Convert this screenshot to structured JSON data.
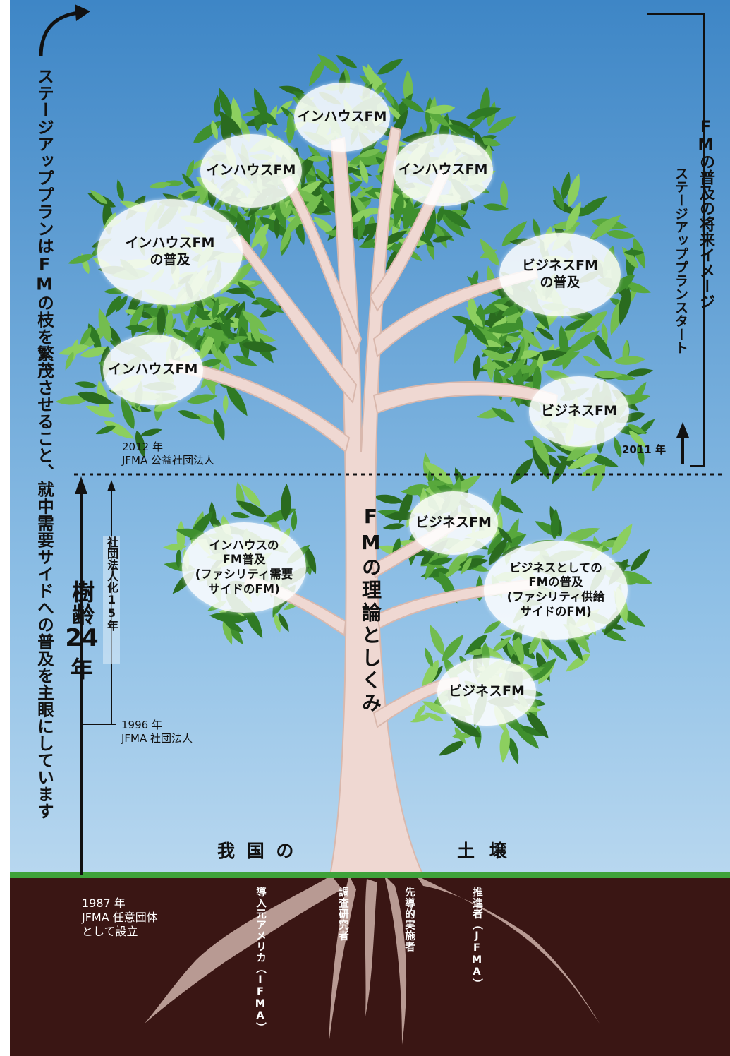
{
  "colors": {
    "sky_top": "#3e86c6",
    "sky_bottom": "#d7e9f6",
    "soil": "#3a1614",
    "grass": "#3fa23a",
    "trunk": "#efd8d2",
    "trunk_outline": "#d9b8ad",
    "root": "#b89a93",
    "leaf_dark": "#2f7a24",
    "leaf_light": "#8ccf5f"
  },
  "left_vertical_text": "ステージアッププランはFMの枝を繁茂させること、就中需要サイドへの普及を主眼にしています",
  "right_vertical_text": {
    "line1": "FMの普及の将来イメージ",
    "line2": "ステージアッププランスタート"
  },
  "trunk_text": "FMの理論としくみ",
  "age": {
    "line1": "樹齢",
    "line2": "24",
    "line3": "年"
  },
  "incorporation_text": "社団法人化15年",
  "timeline": {
    "y2012": "2012 年\nJFMA 公益社団法人",
    "y2011": "2011 年",
    "y1996": "1996 年\nJFMA 社団法人",
    "y1987": "1987 年\nJFMA 任意団体\nとして設立"
  },
  "ground_labels": {
    "left": "我 国 の",
    "right": "土 壌"
  },
  "roots": [
    "導入元アメリカ（IFMA）",
    "調査研究者",
    "先導的実施者",
    "推進者（JFMA）"
  ],
  "bubbles": {
    "upper": [
      "インハウスFM",
      "インハウスFM",
      "インハウスFM",
      "インハウスFM\nの普及",
      "ビジネスFM\nの普及",
      "インハウスFM",
      "ビジネスFM"
    ],
    "lower": [
      "ビジネスFM",
      "インハウスの\nFM普及\n(ファシリティ需要\nサイドのFM)",
      "ビジネスとしての\nFMの普及\n(ファシリティ供給\nサイドのFM)",
      "ビジネスFM"
    ]
  }
}
